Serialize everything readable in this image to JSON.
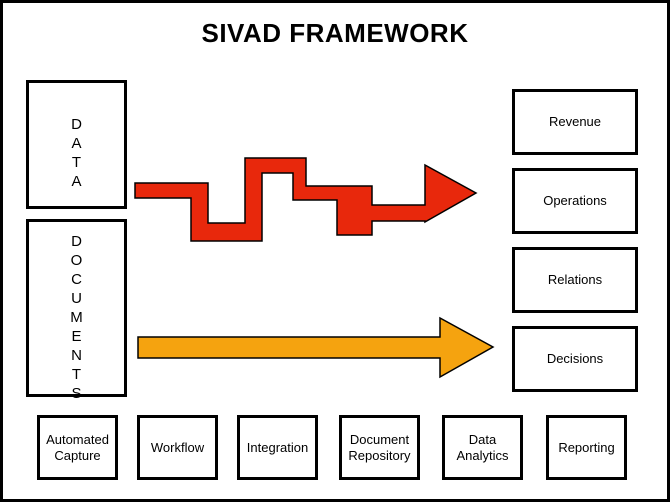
{
  "title": "SIVAD FRAMEWORK",
  "inputs": {
    "data": "DATA",
    "documents": "DOCUMENTS"
  },
  "outcomes": [
    "Revenue",
    "Operations",
    "Relations",
    "Decisions"
  ],
  "capabilities": [
    {
      "line1": "Automated",
      "line2": "Capture"
    },
    {
      "line1": "Workflow",
      "line2": ""
    },
    {
      "line1": "Integration",
      "line2": ""
    },
    {
      "line1": "Document",
      "line2": "Repository"
    },
    {
      "line1": "Data",
      "line2": "Analytics"
    },
    {
      "line1": "Reporting",
      "line2": ""
    }
  ],
  "colors": {
    "data_arrow": "#e8280c",
    "documents_arrow": "#f5a30f",
    "border": "#000000"
  }
}
